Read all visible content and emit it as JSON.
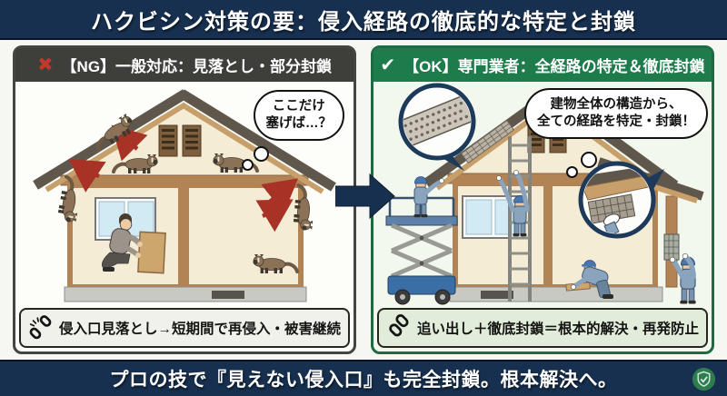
{
  "title": "ハクビシン対策の要：侵入経路の徹底的な特定と封鎖",
  "panels": {
    "ng": {
      "badge": "✖",
      "header": "【NG】一般対応：見落とし・部分封鎖",
      "bubble": {
        "line1": "ここだけ",
        "line2": "塞げば…？"
      },
      "caption": "侵入口見落とし→短期間で再侵入・被害継続",
      "caption_icon": "broken-chain"
    },
    "ok": {
      "badge": "✔",
      "header": "【OK】専門業者：全経路の特定＆徹底封鎖",
      "bubble": {
        "line1": "建物全体の構造から、",
        "line2": "全ての経路を特定・封鎖！"
      },
      "caption": "追い出し＋徹底封鎖＝根本的解決・再発防止",
      "caption_icon": "chain"
    }
  },
  "footer": {
    "text": "プロの技で『見えない侵入口』も完全封鎖。根本解決へ。",
    "icon": "shield-check"
  },
  "colors": {
    "navy": "#17304f",
    "ng_header_bg": "#3e3e3b",
    "ok_header_bg": "#1e7b4b",
    "ng_border": "#45453f",
    "ok_border": "#1d6b43",
    "red_x": "#c0392b",
    "entry_arrow_red": "#a93226",
    "wall_beige": "#f4ecd4",
    "trim_brown": "#b28355",
    "roof_dark": "#5f574c",
    "fascia_tan": "#c79f6a",
    "civet_brown": "#8b7257",
    "worker_blue": "#8aa4be",
    "helmet_blue": "#4a76ad",
    "mid_arrow": "#17304f"
  }
}
